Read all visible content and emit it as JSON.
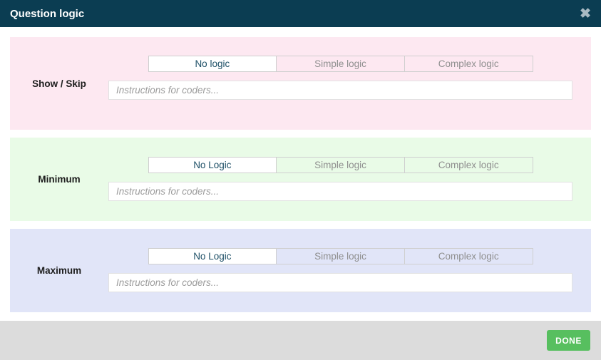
{
  "modal": {
    "title": "Question logic",
    "close_icon": "✖"
  },
  "sections": [
    {
      "label": "Show / Skip",
      "bg": "#fde8f1",
      "options": [
        "No logic",
        "Simple logic",
        "Complex logic"
      ],
      "selected": "No logic",
      "input_value": "",
      "placeholder": "Instructions for coders..."
    },
    {
      "label": "Minimum",
      "bg": "#e9fbe7",
      "options": [
        "No Logic",
        "Simple logic",
        "Complex logic"
      ],
      "selected": "No Logic",
      "input_value": "",
      "placeholder": "Instructions for coders..."
    },
    {
      "label": "Maximum",
      "bg": "#e1e5f8",
      "options": [
        "No Logic",
        "Simple logic",
        "Complex logic"
      ],
      "selected": "No Logic",
      "input_value": "",
      "placeholder": "Instructions for coders..."
    }
  ],
  "footer": {
    "done_label": "DONE"
  },
  "colors": {
    "header_bg": "#0b3d52",
    "header_text": "#ffffff",
    "close_icon": "#a9bac3",
    "selected_option_text": "#1d4f66",
    "unselected_option_text": "#8f8f8f",
    "toggle_border": "#cfcfcf",
    "footer_bg": "#dcdcdc",
    "done_button_bg": "#57bf5f"
  }
}
